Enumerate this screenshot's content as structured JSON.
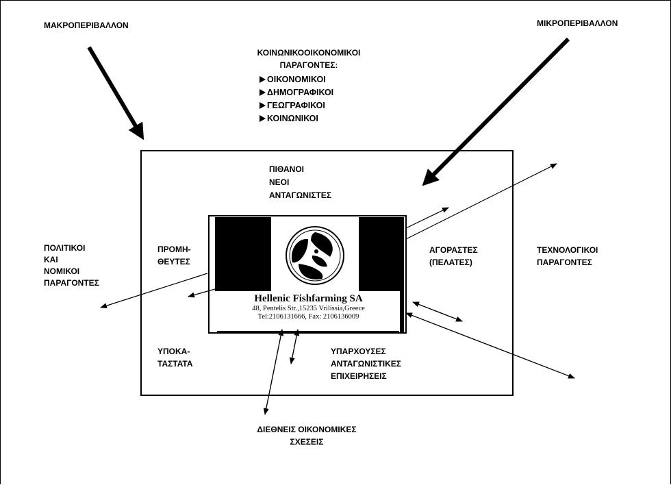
{
  "labels": {
    "macro": "ΜΑΚΡΟΠΕΡΙΒΑΛΛΟΝ",
    "micro": "ΜΙΚΡΟΠΕΡΙΒΑΛΛΟΝ",
    "socio_line1": "ΚΟΙΝΩΝΙΚΟΟΙΚΟΝΟΜΙΚΟΙ",
    "socio_line2": "ΠΑΡΑΓΟΝΤΕΣ:",
    "socio_items": [
      "ΟΙΚΟΝΟΜΙΚΟΙ",
      "ΔΗΜΟΓΡΑΦΙΚΟΙ",
      "ΓΕΩΓΡΑΦΙΚΟΙ",
      "ΚΟΙΝΩΝΙΚΟΙ"
    ],
    "new_competitors": [
      "ΠΙΘΑΝΟΙ",
      "ΝΕΟΙ",
      "ΑΝΤΑΓΩΝΙΣΤΕΣ"
    ],
    "political": [
      "ΠΟΛΙΤΙΚΟΙ",
      "ΚΑΙ",
      "ΝΟΜΙΚΟΙ",
      "ΠΑΡΑΓΟΝΤΕΣ"
    ],
    "suppliers": [
      "ΠΡΟΜΗ-",
      "ΘΕΥΤΕΣ"
    ],
    "buyers": [
      "ΑΓΟΡΑΣΤΕΣ",
      "(ΠΕΛΑΤΕΣ)"
    ],
    "technological": [
      "ΤΕΧΝΟΛΟΓΙΚΟΙ",
      "ΠΑΡΑΓΟΝΤΕΣ"
    ],
    "substitutes": [
      "ΥΠΟΚΑ-",
      "ΤΑΣΤΑΤΑ"
    ],
    "existing_competitors": [
      "ΥΠΑΡΧΟΥΣΕΣ",
      "ΑΝΤΑΓΩΝΙΣΤΙΚΕΣ",
      "ΕΠΙΧΕΙΡΗΣΕΙΣ"
    ],
    "international": [
      "ΔΙΕΘΝΕΙΣ ΟΙΚΟΝΟΜΙΚΕΣ",
      "ΣΧΕΣΕΙΣ"
    ]
  },
  "company": {
    "name": "Hellenic Fishfarming SA",
    "address": "48, Pentelis Str.,15235 Vrilissia,Greece",
    "contact": "Tel:2106131666, Fax: 2106136009"
  },
  "icons": {
    "bullet": "triangle-right-icon",
    "logo": "fish-yin-yang-logo"
  },
  "colors": {
    "ink": "#000000",
    "paper": "#ffffff"
  }
}
